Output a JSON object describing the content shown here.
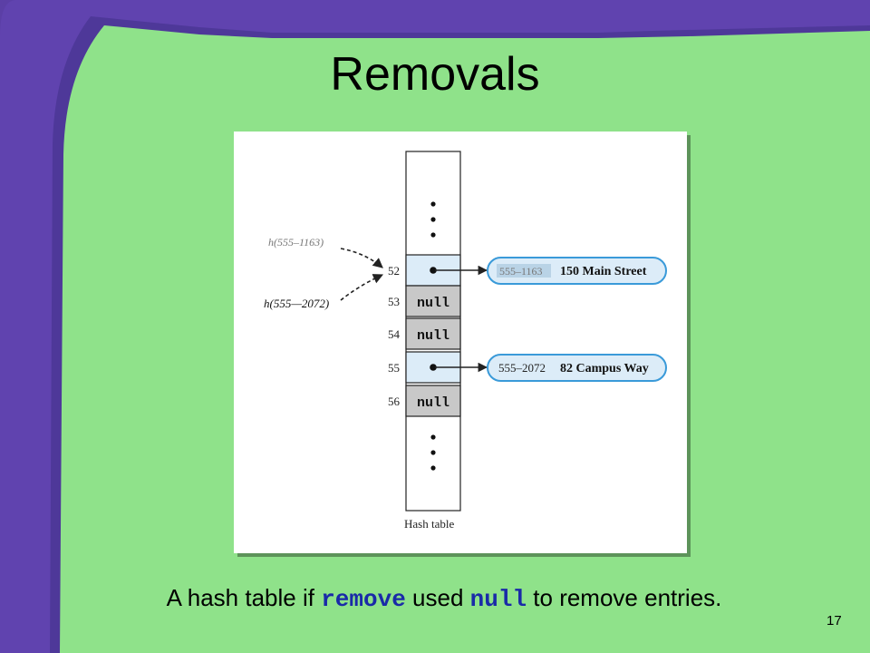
{
  "slide": {
    "title": "Removals",
    "page_number": "17",
    "caption": {
      "before": "A hash table if ",
      "code1": "remove",
      "middle": " used ",
      "code2": "null",
      "after": " to remove entries."
    }
  },
  "diagram": {
    "table_label": "Hash table",
    "slots": [
      {
        "index": "52",
        "state": "pointer"
      },
      {
        "index": "53",
        "state": "null",
        "text": "null"
      },
      {
        "index": "54",
        "state": "null",
        "text": "null"
      },
      {
        "index": "55",
        "state": "pointer"
      },
      {
        "index": "56",
        "state": "null",
        "text": "null"
      }
    ],
    "nodes": [
      {
        "key": "555–1163",
        "value": "150 Main Street",
        "key_faded": true
      },
      {
        "key": "555–2072",
        "value": "82 Campus Way",
        "key_faded": false
      }
    ],
    "hash_labels": [
      {
        "text": "h(555–1163)",
        "faded": true
      },
      {
        "text": "h(555—2072)",
        "faded": false
      }
    ]
  },
  "colors": {
    "slide_green": "#8fe28a",
    "frame_purple": "#5b3fa6",
    "slot_blue": "#dcecf8",
    "null_gray": "#c8c8c8",
    "node_border": "#3a9ad9",
    "code_blue": "#1a2aa8"
  }
}
